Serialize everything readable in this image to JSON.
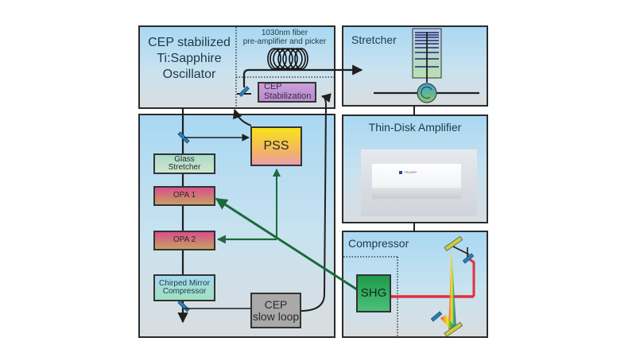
{
  "panels": {
    "oscillator": {
      "title_line1": "CEP stabilized",
      "title_line2": "Ti:Sapphire",
      "title_line3": "Oscillator"
    },
    "fiber": {
      "label_line1": "1030nm fiber",
      "label_line2": "pre-amplifier and picker"
    },
    "stretcher": {
      "title": "Stretcher"
    },
    "thin_disk": {
      "title": "Thin-Disk Amplifier",
      "photo_brand": "TRUMPF"
    },
    "compressor": {
      "title": "Compressor"
    }
  },
  "components": {
    "cep_stabilization": {
      "line1": "CEP",
      "line2": "Stabilization",
      "color": "#c9a0d8"
    },
    "pss": {
      "label": "PSS"
    },
    "glass_stretcher": {
      "line1": "Glass",
      "line2": "Stretcher"
    },
    "opa1": {
      "label": "OPA 1"
    },
    "opa2": {
      "label": "OPA 2"
    },
    "chirped_mirror": {
      "line1": "Chirped Mirror",
      "line2": "Compressor"
    },
    "cep_slow_loop": {
      "line1": "CEP",
      "line2": "slow loop"
    },
    "shg": {
      "label": "SHG"
    }
  },
  "colors": {
    "beam_black": "#1f1f1f",
    "pump_green": "#1b6a3a",
    "laser_red": "#e0303c",
    "mirror_blue": "#2a7fb8",
    "grating_yellow": "#c9d23a"
  }
}
